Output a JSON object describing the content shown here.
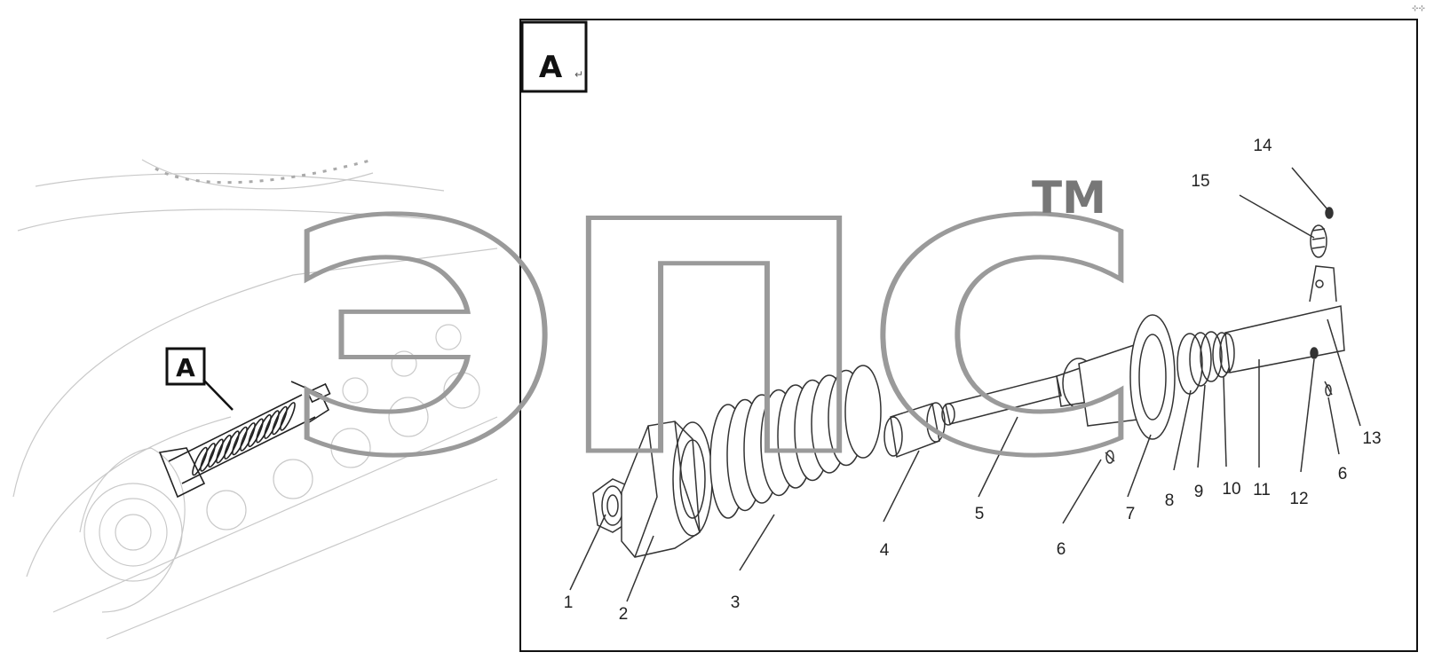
{
  "overview": {
    "tag_label": "A"
  },
  "detail": {
    "tag_label": "A",
    "return_mark": "↵"
  },
  "watermark": {
    "text": "ЭПС",
    "tm": "TM"
  },
  "corner_mark": "⊹⊹",
  "callouts": [
    "1",
    "2",
    "3",
    "4",
    "5",
    "6",
    "7",
    "8",
    "9",
    "10",
    "11",
    "12",
    "6",
    "13",
    "14",
    "15"
  ],
  "colors": {
    "line": "#333333",
    "faint": "#c9c9c9",
    "watermark": "#9a9a9a"
  }
}
